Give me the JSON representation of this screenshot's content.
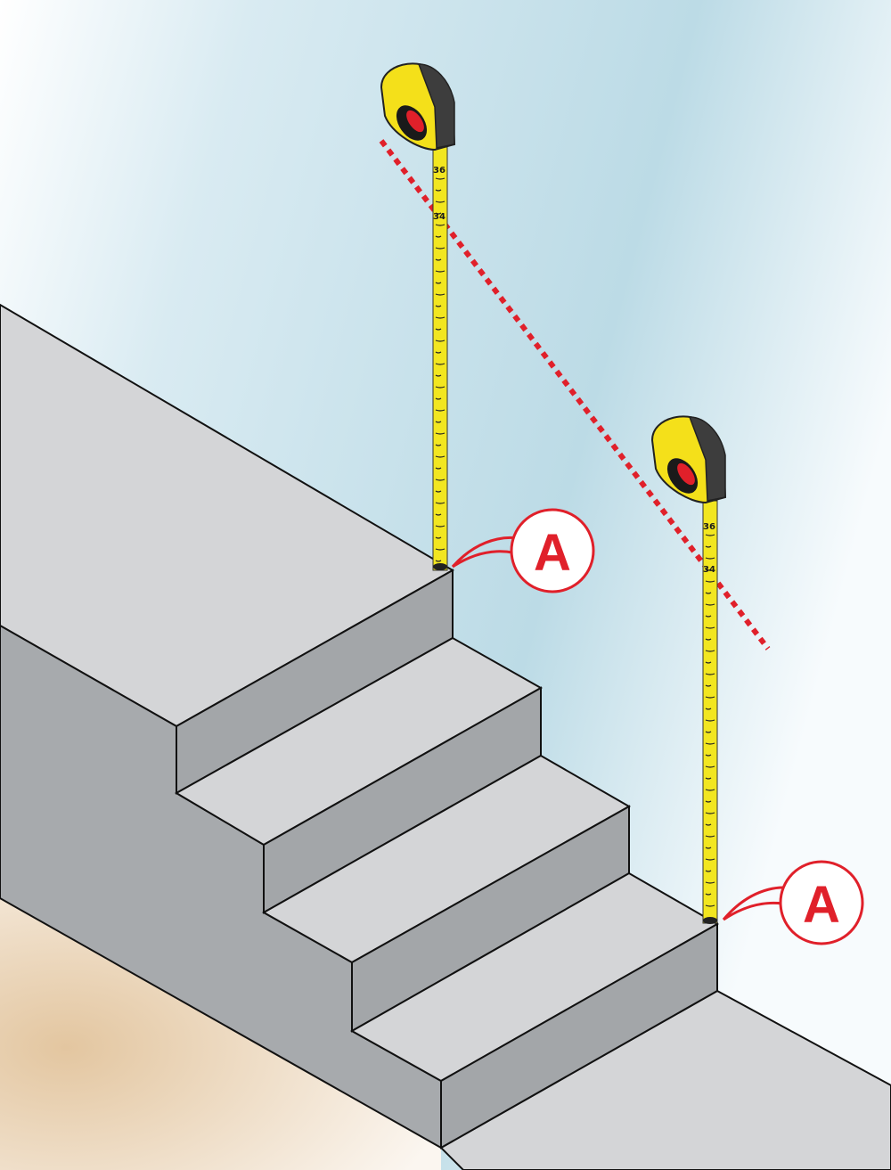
{
  "colors": {
    "sky_light": "#f7fbfd",
    "sky_blue": "#bcdbe6",
    "stair_top": "#d4d5d7",
    "stair_front": "#a3a6a9",
    "stair_side": "#b3b5b8",
    "floor_tan": "#e8d2b6",
    "outline": "#111111",
    "tape_yellow": "#f2e620",
    "tape_body_yellow": "#f4e01a",
    "tape_body_dark": "#3d3d3d",
    "guide_red": "#e0202a",
    "callout_border": "#e0202a"
  },
  "icons": {
    "tape_measure": "tape-measure-icon",
    "callout": "callout-bubble-icon"
  },
  "measures": [
    {
      "id": "upper",
      "tick_labels": [
        "36",
        "34"
      ],
      "callout_label": "A"
    },
    {
      "id": "lower",
      "tick_labels": [
        "36",
        "34"
      ],
      "callout_label": "A"
    }
  ]
}
